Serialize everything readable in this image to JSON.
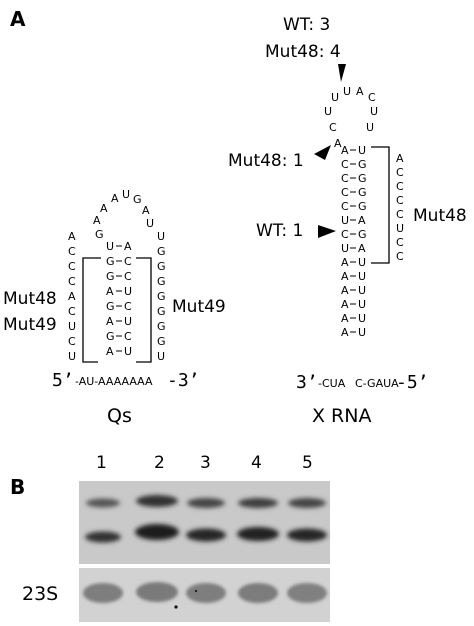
{
  "panel_a": {
    "letter": "A",
    "qs": {
      "caption": "Qs",
      "five_prime": "5’",
      "three_prime": "-3’",
      "tail": "-AU-AAAAAAA",
      "loop": [
        "A",
        "A",
        "U",
        "G",
        "A",
        "A",
        "U",
        "G"
      ],
      "left_strand": [
        "U",
        "G",
        "G",
        "A",
        "G",
        "A",
        "G",
        "A"
      ],
      "right_strand": [
        "A",
        "C",
        "C",
        "U",
        "C",
        "U",
        "C",
        "U"
      ],
      "left_flank": [
        "A",
        "C",
        "C",
        "C",
        "A",
        "C",
        "U",
        "C",
        "U"
      ],
      "right_flank": [
        "U",
        "G",
        "G",
        "G",
        "G",
        "G",
        "G",
        "G",
        "U"
      ],
      "label_mut48": "Mut48",
      "label_mut49_left": "Mut49",
      "label_mut49_right": "Mut49"
    },
    "xrna": {
      "caption": "X RNA",
      "three_prime": "3’",
      "five_prime": "-5’",
      "tail_left": "-CUA",
      "tail_right": "C-GAUA",
      "loop": [
        "A",
        "C",
        "U",
        "U",
        "U",
        "A",
        "C",
        "U",
        "U"
      ],
      "left_strand": [
        "A",
        "C",
        "C",
        "C",
        "C",
        "U",
        "C",
        "U",
        "A",
        "A",
        "A",
        "A",
        "A",
        "A"
      ],
      "right_strand": [
        "U",
        "G",
        "G",
        "G",
        "G",
        "A",
        "G",
        "A",
        "U",
        "U",
        "U",
        "U",
        "U",
        "U"
      ],
      "right_flank": [
        "A",
        "C",
        "C",
        "C",
        "C",
        "U",
        "C",
        "C"
      ],
      "label_mut48": "Mut48",
      "annotation_wt_top": "WT: 3",
      "annotation_mut48_top": "Mut48: 4",
      "annotation_mut48_side": "Mut48: 1",
      "annotation_wt_side": "WT: 1"
    }
  },
  "panel_b": {
    "letter": "B",
    "lanes": [
      "1",
      "2",
      "3",
      "4",
      "5"
    ],
    "row_label": "23S"
  }
}
